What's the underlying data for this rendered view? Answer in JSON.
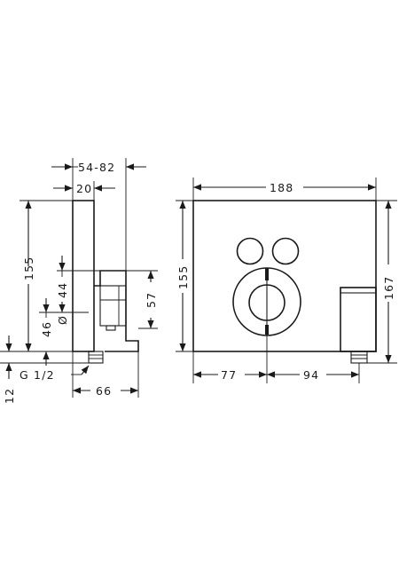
{
  "title": "",
  "side_view": {
    "dim_depth_range": "54-82",
    "dim_plate_depth": "20",
    "dim_height": "155",
    "dim_port_spacing": "44",
    "dim_port_height": "46",
    "dim_outlet_height": "57",
    "dim_diameter_symbol": "Ø",
    "dim_offset": "12",
    "thread_label": "G 1/2",
    "dim_body_depth": "66"
  },
  "front_view": {
    "dim_width": "188",
    "dim_height": "155",
    "dim_overall_height": "167",
    "dim_left_offset": "77",
    "dim_right_offset": "94"
  }
}
